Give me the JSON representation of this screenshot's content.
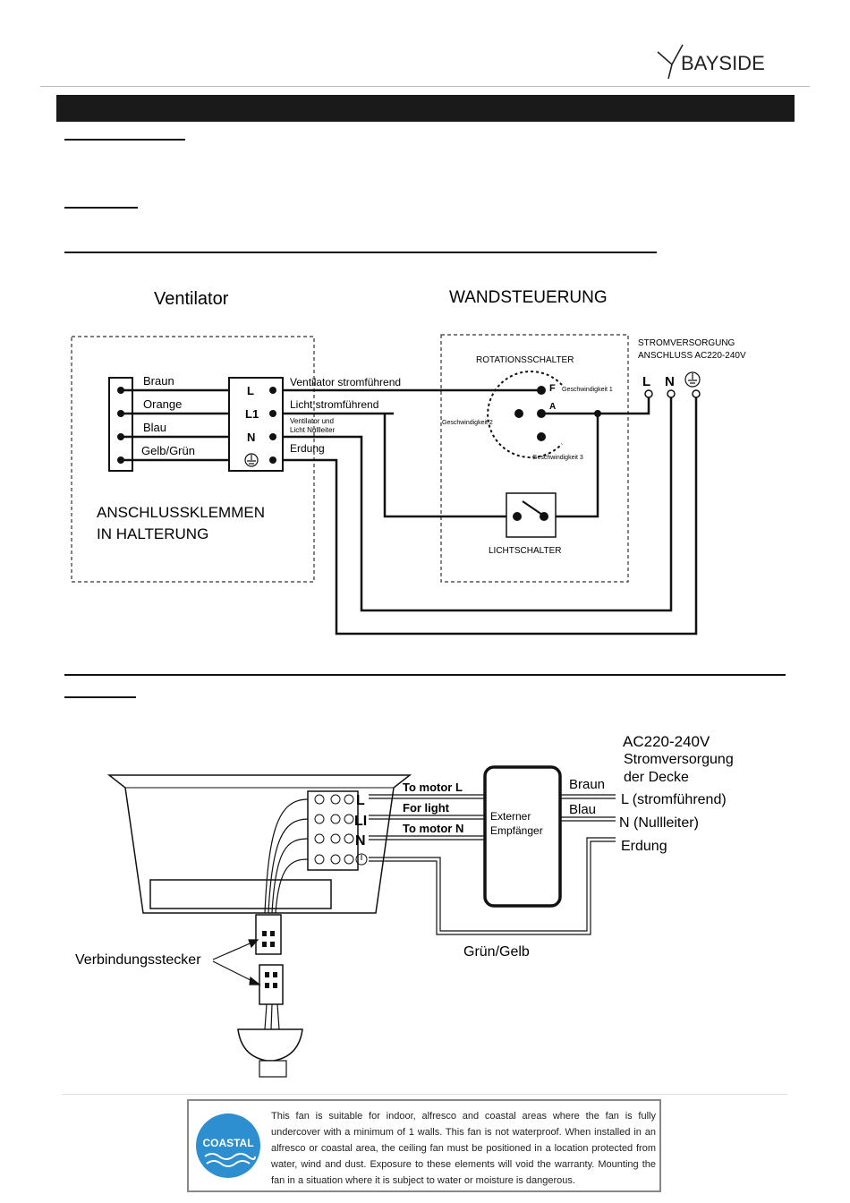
{
  "brand": {
    "name": "BAYSIDE"
  },
  "diagram1": {
    "title_fan": "Ventilator",
    "title_control": "WANDSTEUERUNG",
    "wire_colors": [
      "Braun",
      "Orange",
      "Blau",
      "Gelb/Grün"
    ],
    "terminals": [
      "L",
      "L1",
      "N"
    ],
    "wire_functions": [
      "Ventilator stromführend",
      "Licht stromführend",
      "Ventilator und",
      "Licht Nullleiter",
      "Erdung"
    ],
    "block_label_line1": "ANSCHLUSSKLEMMEN",
    "block_label_line2": "IN HALTERUNG",
    "rotary_switch": "ROTATIONSSCHALTER",
    "speed1": "Geschwindigkeit 1",
    "speed2": "Geschwindigkeit 2",
    "speed3": "Geschwindigkeit 3",
    "pin_f": "F",
    "pin_a": "A",
    "light_switch": "LICHTSCHALTER",
    "supply_line1": "STROMVERSORGUNG",
    "supply_line2": "ANSCHLUSS AC220-240V",
    "supply_terminals": [
      "L",
      "N"
    ]
  },
  "diagram2": {
    "supply_line1": "AC220-240V",
    "supply_line2": "Stromversorgung",
    "supply_line3": "der Decke",
    "motor_l": "To motor L",
    "for_light": "For light",
    "motor_n": "To motor N",
    "block_terms": [
      "L",
      "LI",
      "N"
    ],
    "receiver_line1": "Externer",
    "receiver_line2": "Empfänger",
    "out_colors": [
      "Braun",
      "Blau"
    ],
    "out_labels": [
      "L (stromführend)",
      "N (Nullleiter)",
      "Erdung"
    ],
    "ground_wire": "Grün/Gelb",
    "connector": "Verbindungsstecker"
  },
  "notice": {
    "badge": "COASTAL",
    "text": "This fan is suitable for indoor, alfresco and coastal areas where the fan is fully undercover with a minimum of 1 walls. This fan is not waterproof. When installed in an alfresco or coastal area, the ceiling fan must be positioned in a location protected from water, wind and dust. Exposure to these elements will void the warranty. Mounting the fan in a situation where it is subject to water or moisture is dangerous."
  },
  "colors": {
    "bar": "#1a1a1a",
    "badge": "#2d8fcf"
  }
}
